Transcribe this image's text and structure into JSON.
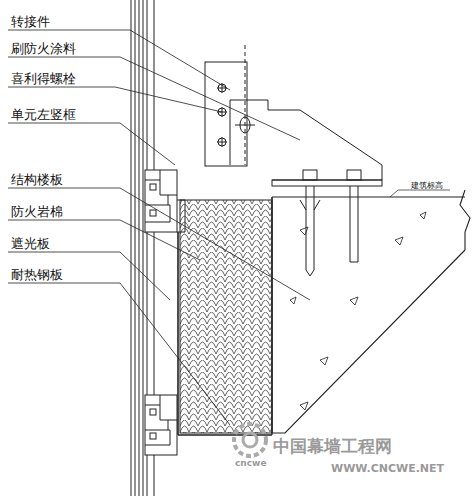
{
  "diagram": {
    "labels": [
      "转接件",
      "刷防火涂料",
      "喜利得螺栓",
      "单元左竖框",
      "结构楼板",
      "防火岩棉",
      "遮光板",
      "耐热钢板",
      "建筑标高",
      "cncwe",
      "中国幕墙工程网",
      "WWW.CNCWE.NET"
    ]
  }
}
